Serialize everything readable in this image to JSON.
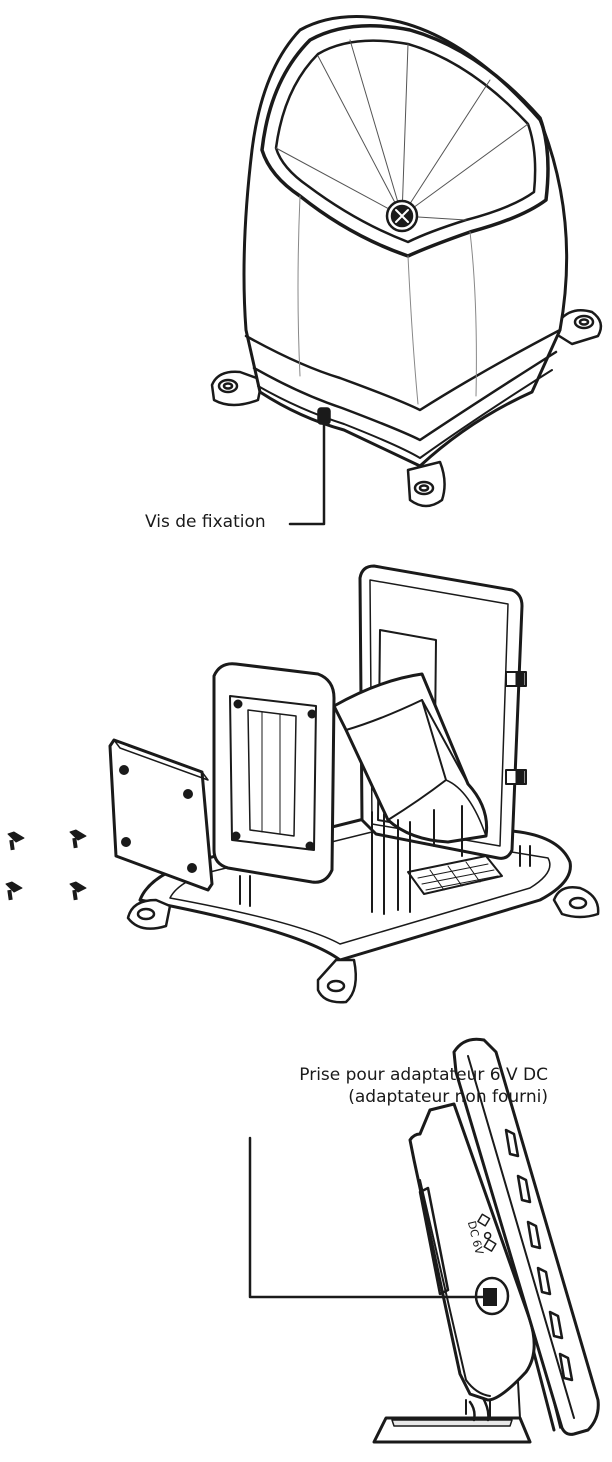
{
  "labels": {
    "fixing_screw": "Vis de fixation",
    "adapter_socket_line1": "Prise pour adaptateur 6 V DC",
    "adapter_socket_line2": "(adaptateur non fourni)"
  },
  "device_markings": {
    "power_jack": "DC 6V"
  },
  "colors": {
    "stroke": "#1a1a1a",
    "fill": "#ffffff",
    "shade": "#e8e8e8"
  }
}
